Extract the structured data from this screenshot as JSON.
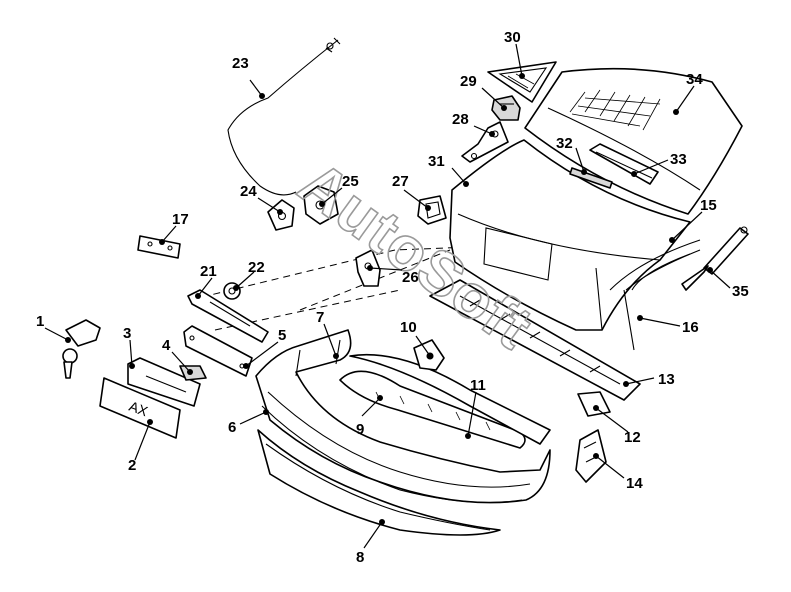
{
  "watermark": "AutoSoft",
  "plate_text": "AX",
  "callouts": [
    {
      "id": "c1",
      "label": "1"
    },
    {
      "id": "c2",
      "label": "2"
    },
    {
      "id": "c3",
      "label": "3"
    },
    {
      "id": "c4",
      "label": "4"
    },
    {
      "id": "c5",
      "label": "5"
    },
    {
      "id": "c6",
      "label": "6"
    },
    {
      "id": "c7",
      "label": "7"
    },
    {
      "id": "c8",
      "label": "8"
    },
    {
      "id": "c9",
      "label": "9"
    },
    {
      "id": "c10",
      "label": "10"
    },
    {
      "id": "c11",
      "label": "11"
    },
    {
      "id": "c12",
      "label": "12"
    },
    {
      "id": "c13",
      "label": "13"
    },
    {
      "id": "c14",
      "label": "14"
    },
    {
      "id": "c15",
      "label": "15"
    },
    {
      "id": "c16",
      "label": "16"
    },
    {
      "id": "c17",
      "label": "17"
    },
    {
      "id": "c21",
      "label": "21"
    },
    {
      "id": "c22",
      "label": "22"
    },
    {
      "id": "c23",
      "label": "23"
    },
    {
      "id": "c24",
      "label": "24"
    },
    {
      "id": "c25",
      "label": "25"
    },
    {
      "id": "c26",
      "label": "26"
    },
    {
      "id": "c27",
      "label": "27"
    },
    {
      "id": "c28",
      "label": "28"
    },
    {
      "id": "c29",
      "label": "29"
    },
    {
      "id": "c30",
      "label": "30"
    },
    {
      "id": "c31",
      "label": "31"
    },
    {
      "id": "c32",
      "label": "32"
    },
    {
      "id": "c33",
      "label": "33"
    },
    {
      "id": "c34",
      "label": "34"
    },
    {
      "id": "c35",
      "label": "35"
    }
  ]
}
